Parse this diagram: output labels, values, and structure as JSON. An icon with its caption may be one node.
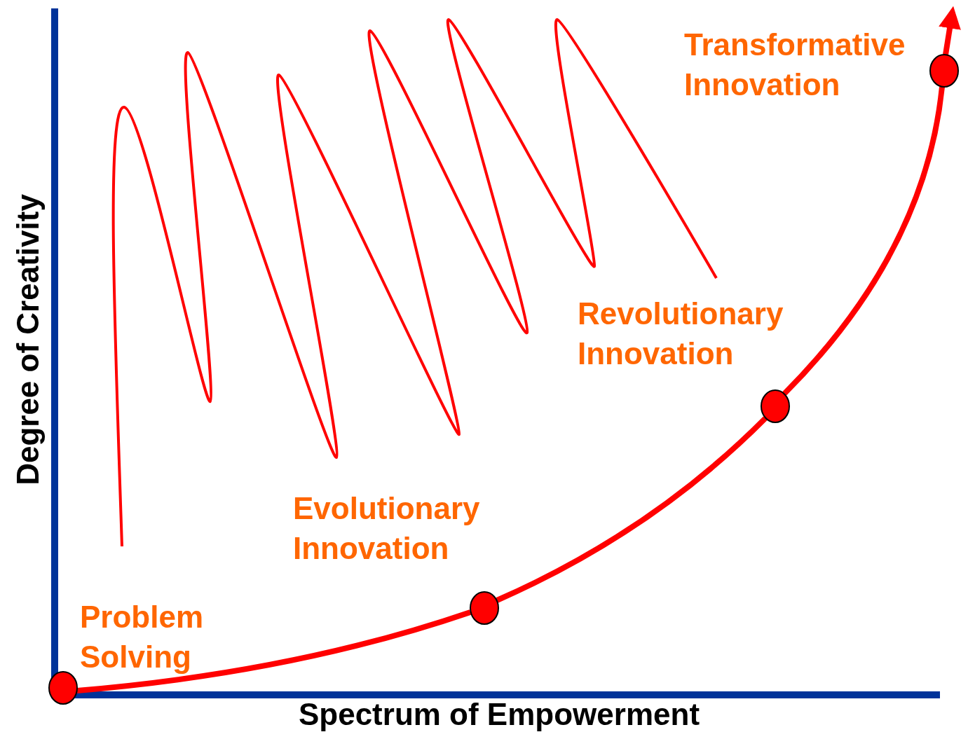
{
  "diagram": {
    "nodes": [
      {
        "text": [],
        "shape": "circle",
        "beside": [
          "Problem Solving"
        ]
      },
      {
        "text": [],
        "shape": "circle",
        "beside": [
          "Evolutionary Innovation"
        ]
      },
      {
        "text": [],
        "shape": "circle",
        "beside": [
          "Revolutionary Innovation"
        ]
      },
      {
        "text": [],
        "shape": "circle",
        "beside": [
          "Transformative Innovation"
        ]
      }
    ],
    "edges": [
      {
        "from": 0,
        "to": 1,
        "arrow": "none"
      },
      {
        "from": 1,
        "to": 2,
        "arrow": "none"
      },
      {
        "from": 2,
        "to": 3,
        "arrow": "none"
      },
      {
        "from": 3,
        "to": null,
        "arrow": "to"
      }
    ],
    "labels": [
      "Degree of Creativity",
      "Spectrum of Empowerment"
    ]
  }
}
